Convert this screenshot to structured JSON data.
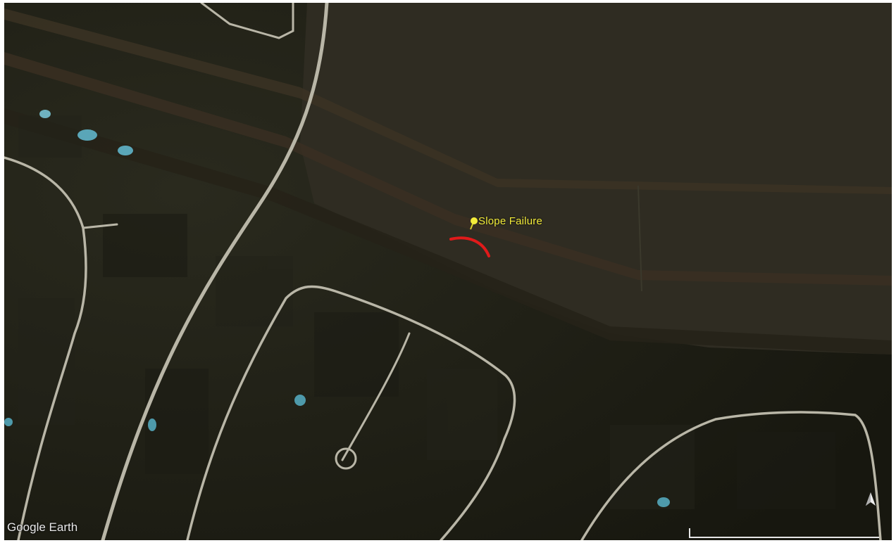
{
  "map": {
    "type": "satellite",
    "marker": {
      "label": "Slope Failure",
      "icon": "pushpin-icon",
      "color": "#f3ec3a"
    },
    "annotation": {
      "shape": "arc",
      "color": "#e01a1a"
    },
    "north_indicator": "north-arrow-icon"
  },
  "branding": {
    "text": "Google Earth"
  }
}
